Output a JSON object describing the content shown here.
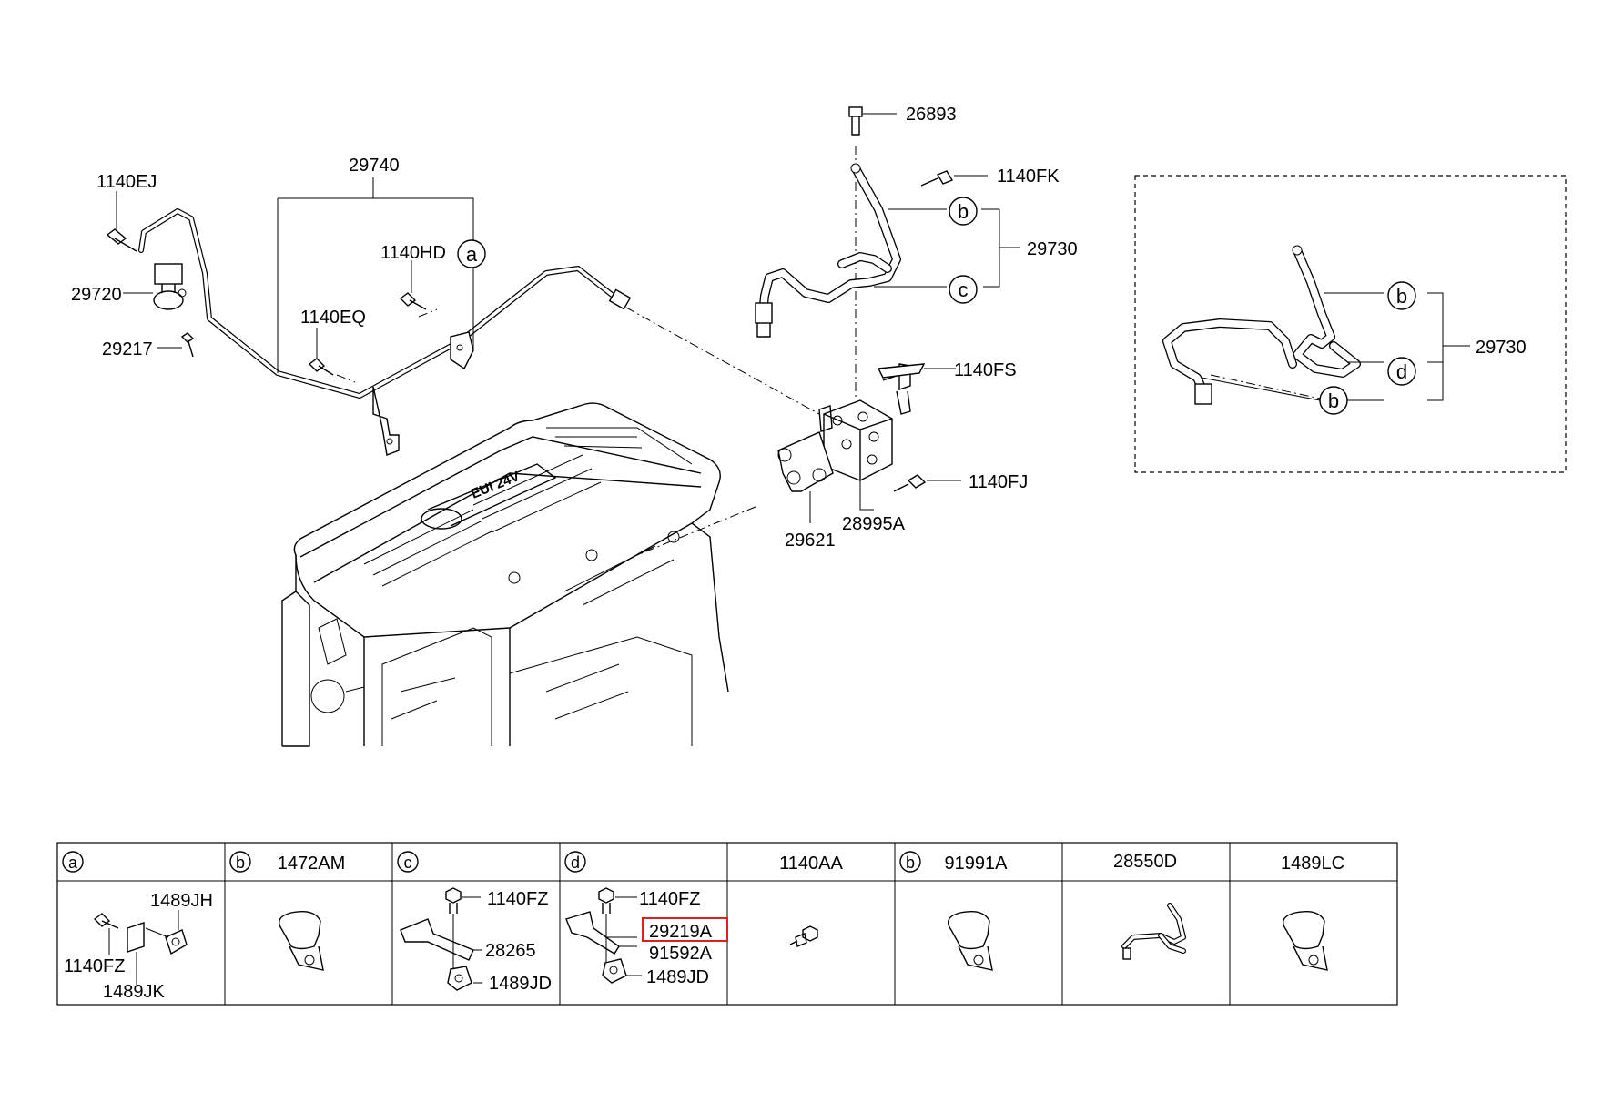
{
  "main_diagram": {
    "labels": {
      "p29740": "29740",
      "p1140EJ": "1140EJ",
      "p29720": "29720",
      "p29217": "29217",
      "p1140HD": "1140HD",
      "p1140EQ": "1140EQ",
      "p26893": "26893",
      "p1140FK": "1140FK",
      "p29730": "29730",
      "p1140FS": "1140FS",
      "p1140FJ": "1140FJ",
      "p29621": "29621",
      "p28995A": "28995A"
    },
    "callouts": {
      "a": "a",
      "b": "b",
      "c": "c"
    },
    "engine_cover_text": "EUI 24V"
  },
  "detail_view": {
    "label_29730": "29730",
    "callouts": {
      "b_top": "b",
      "d": "d",
      "b_bottom": "b"
    }
  },
  "parts_table": {
    "columns": [
      {
        "letter": "a",
        "code": ""
      },
      {
        "letter": "b",
        "code": "1472AM"
      },
      {
        "letter": "c",
        "code": ""
      },
      {
        "letter": "d",
        "code": ""
      },
      {
        "letter": "",
        "code": "1140AA"
      },
      {
        "letter": "b",
        "code": "91991A"
      },
      {
        "letter": "",
        "code": "28550D"
      },
      {
        "letter": "",
        "code": "1489LC"
      }
    ],
    "cell_a": {
      "l1": "1489JH",
      "l2": "1140FZ",
      "l3": "1489JK"
    },
    "cell_c": {
      "l1": "1140FZ",
      "l2": "28265",
      "l3": "1489JD"
    },
    "cell_d": {
      "l1": "1140FZ",
      "l2": "29219A",
      "l3": "91592A",
      "l4": "1489JD"
    },
    "highlight": {
      "code": "29219A",
      "color": "#e0201a"
    }
  }
}
